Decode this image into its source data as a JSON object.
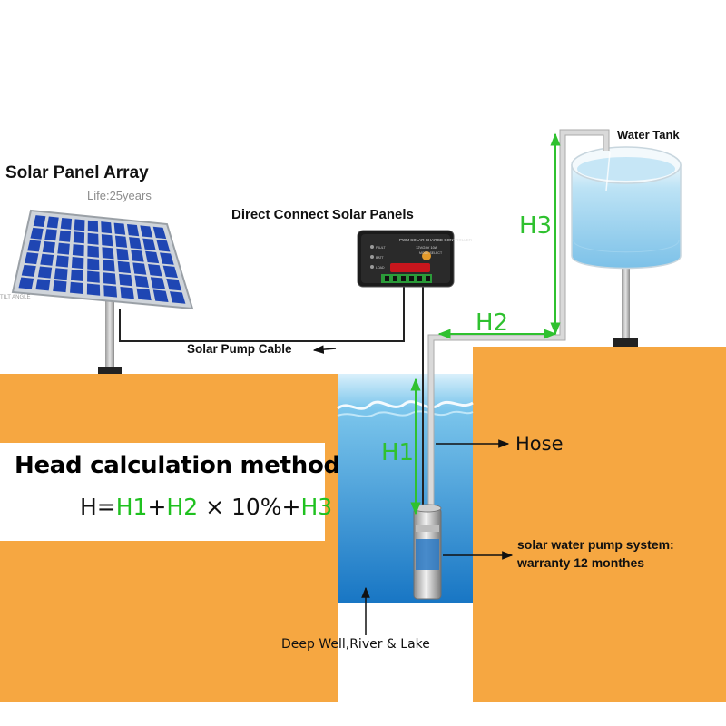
{
  "labels": {
    "solar_panel_array": "Solar Panel Array",
    "life": "Life:25years",
    "tilt_angle": "TILT ANGLE",
    "direct_connect": "Direct Connect Solar Panels",
    "solar_pump_cable": "Solar Pump Cable",
    "water_tank": "Water Tank",
    "hose": "Hose",
    "pump_system_line1": "solar water pump system:",
    "pump_system_line2": "warranty 12 monthes",
    "deep_well": "Deep Well,River & Lake"
  },
  "heights": {
    "h1": "H1",
    "h2": "H2",
    "h3": "H3"
  },
  "formula": {
    "title": "Head calculation method",
    "h_eq": "H=",
    "h1": "H1",
    "plus1": "+",
    "h2": "H2",
    "times": " × 10%+",
    "h3": "H3"
  },
  "controller": {
    "title": "PWM SOLAR CHARGE CONTROLLER",
    "rating": "12V/24V 10A",
    "indicator_1": "FAULT",
    "indicator_2": "BATT",
    "indicator_3": "LOAD",
    "mode_label": "MODE SELECT"
  },
  "colors": {
    "ground": "#f6a741",
    "water_top": "#8fd0ef",
    "water_bottom": "#1a7fc9",
    "green_marker": "#2fc12f",
    "panel_cell": "#1f46b3",
    "tank": "#9cd3ef"
  }
}
